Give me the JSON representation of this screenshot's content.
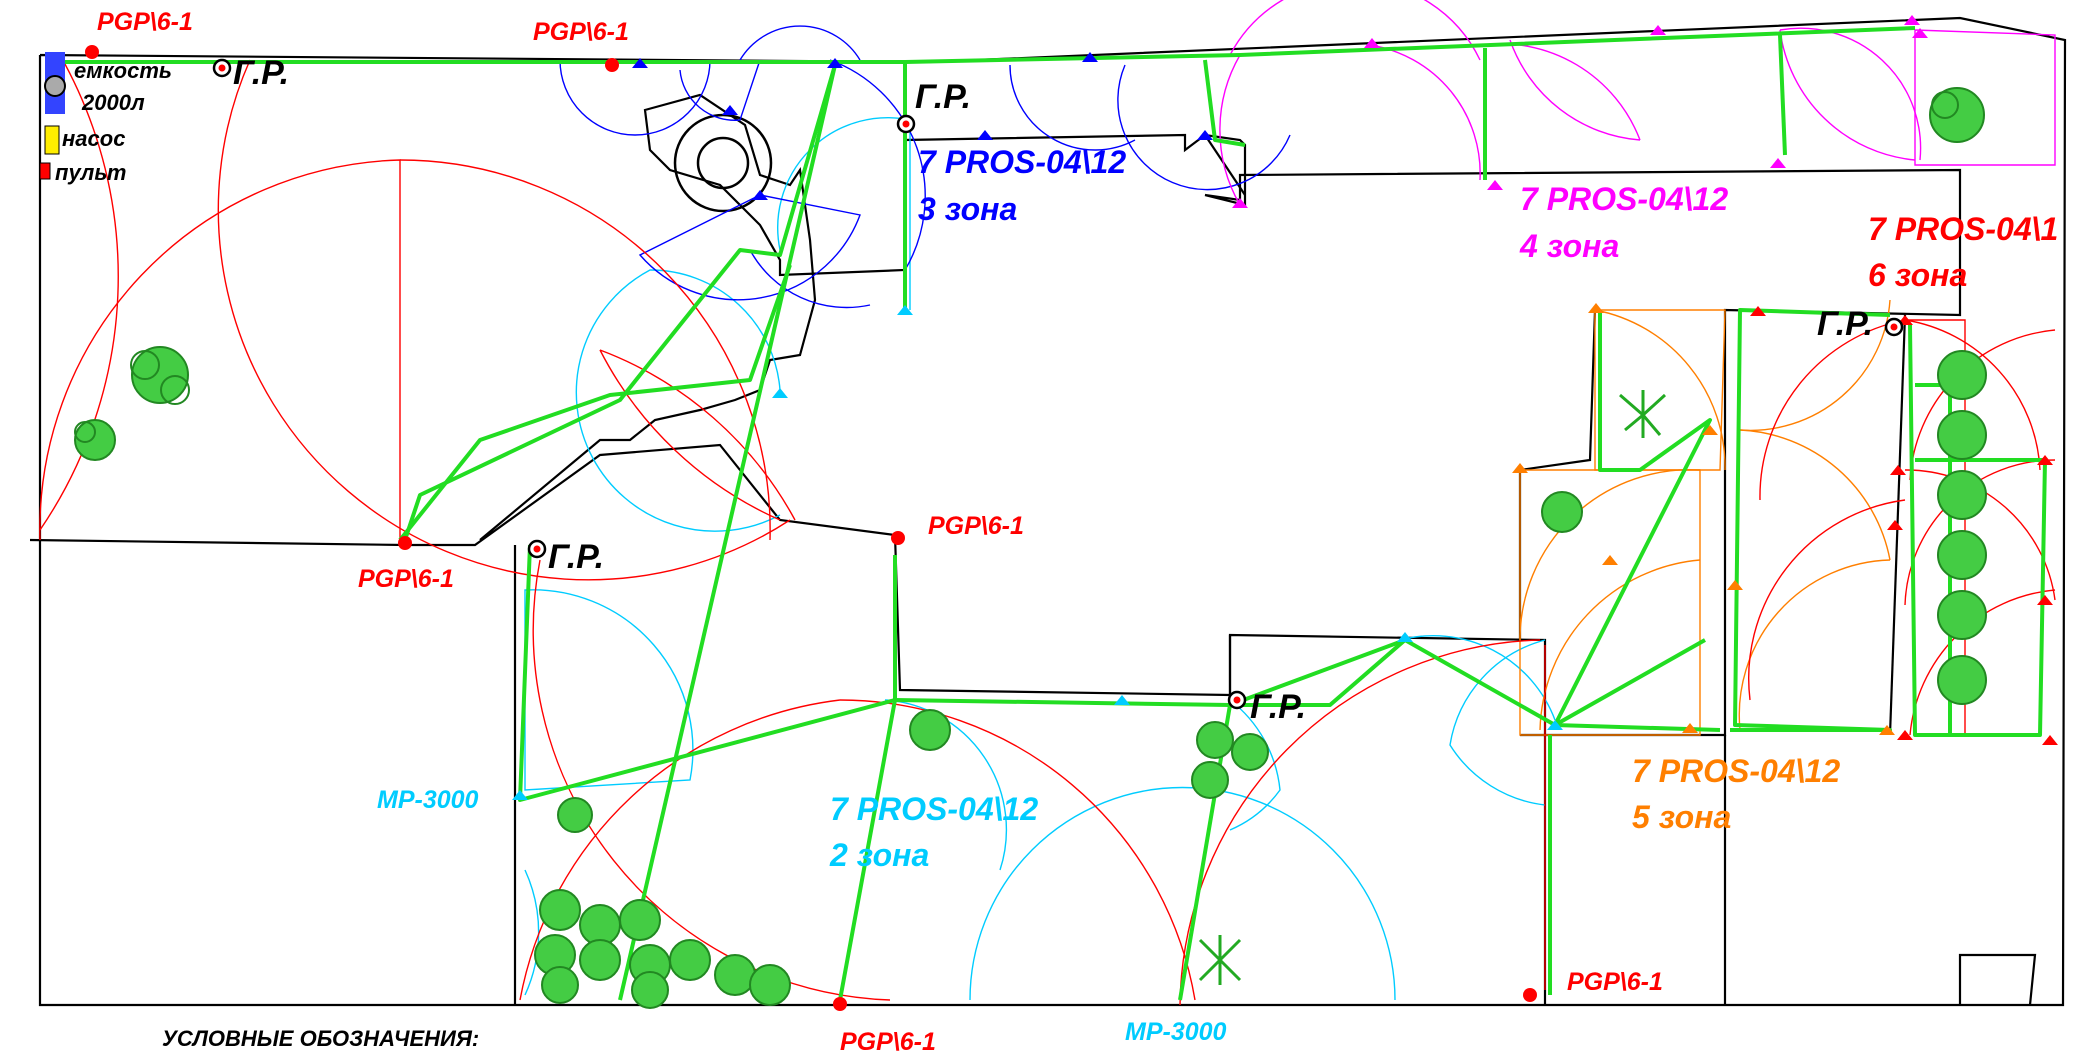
{
  "legend": {
    "tank_label": "емкость",
    "tank_volume": "2000л",
    "pump_label": "насос",
    "controller_label": "пульт",
    "section_title": "УСЛОВНЫЕ ОБОЗНАЧЕНИЯ:"
  },
  "zones": [
    {
      "id": "zone3",
      "model": "7 PROS-04\\12",
      "name": "3 зона",
      "color": "#0000ff"
    },
    {
      "id": "zone4",
      "model": "7 PROS-04\\12",
      "name": "4 зона",
      "color": "#ff00ff"
    },
    {
      "id": "zone6",
      "model": "7 PROS-04\\1",
      "name": "6 зона",
      "color": "#ff0000"
    },
    {
      "id": "zone5",
      "model": "7 PROS-04\\12",
      "name": "5 зона",
      "color": "#ff7f00"
    },
    {
      "id": "zone2",
      "model": "7 PROS-04\\12",
      "name": "2 зона",
      "color": "#00ccff"
    }
  ],
  "labels": {
    "pgp": "PGP\\6-1",
    "mp": "MP-3000",
    "valve_box": "Г.Р."
  },
  "colors": {
    "pipe": "#22dd22",
    "pgp": "#ff0000",
    "boundary": "#000000",
    "shrub": "#33bb33"
  }
}
